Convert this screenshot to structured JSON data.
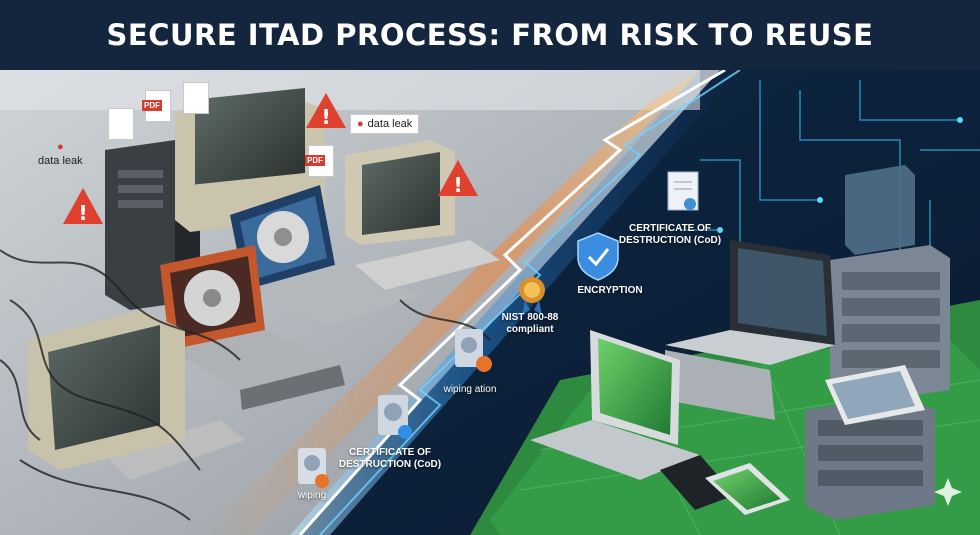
{
  "title": "SECURE ITAD PROCESS: FROM RISK TO REUSE",
  "risk_side": {
    "tags": [
      {
        "text": "data leak"
      },
      {
        "text": "data leak"
      }
    ],
    "pdf_label": "PDF",
    "accent_color": "#e8742a"
  },
  "reuse_side": {
    "labels": {
      "cod_top": "CERTIFICATE OF DESTRUCTION (CoD)",
      "encryption": "ENCRYPTION",
      "nist": "NIST 800-88 compliant",
      "wiping_ation": "wiping ation",
      "cod_bottom": "CERTIFICATE OF DESTRUCTION (CoD)",
      "wiping": "wiping"
    },
    "accent_color": "#2f8fe6",
    "platform_color": "#2e8a3e"
  }
}
